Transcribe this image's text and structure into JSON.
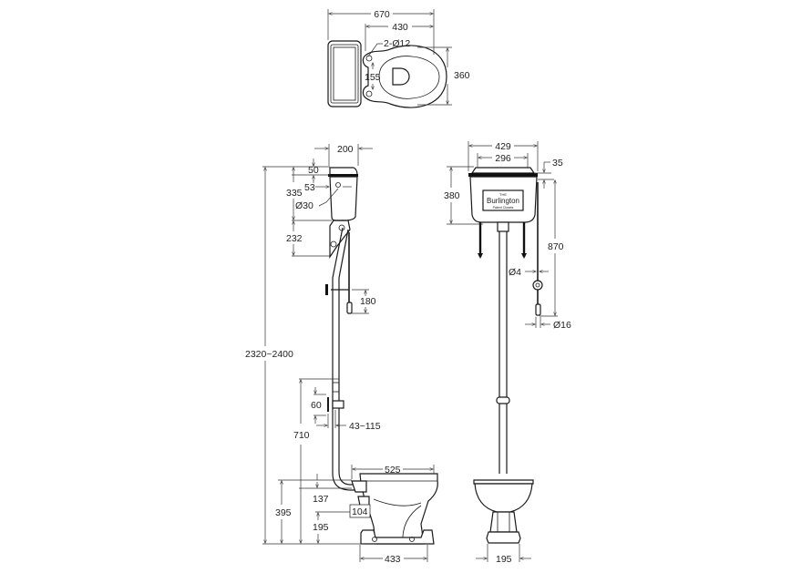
{
  "title": "High level WC dimension drawing",
  "brand_plaque": {
    "top": "THE",
    "name": "Burlington",
    "bottom": "Patent Closets"
  },
  "top_view": {
    "overall_width": "670",
    "pan_length": "430",
    "fixing_holes": "2-Ø12",
    "hole_spacing": "155",
    "seat_width": "360"
  },
  "side_view": {
    "cistern_depth": "200",
    "lid_height": "50",
    "cistern_height": "335",
    "valve_offset": "53",
    "flush_pipe_dia": "Ø30",
    "bracket_height": "232",
    "overall_height": "2320~2400",
    "pull_length": "180",
    "clip_height": "60",
    "clip_offset": "43~115",
    "clip_from_floor": "710",
    "pan_length": "525",
    "pan_height": "395",
    "outlet_height": "137",
    "outlet_dia": "104",
    "outlet_from_floor": "195",
    "base_length": "433"
  },
  "front_view": {
    "cistern_width": "429",
    "lid_width": "296",
    "lid_thickness": "35",
    "cistern_height": "380",
    "chain_length": "870",
    "chain_dia": "Ø4",
    "handle_dia": "Ø16",
    "base_width": "195"
  }
}
